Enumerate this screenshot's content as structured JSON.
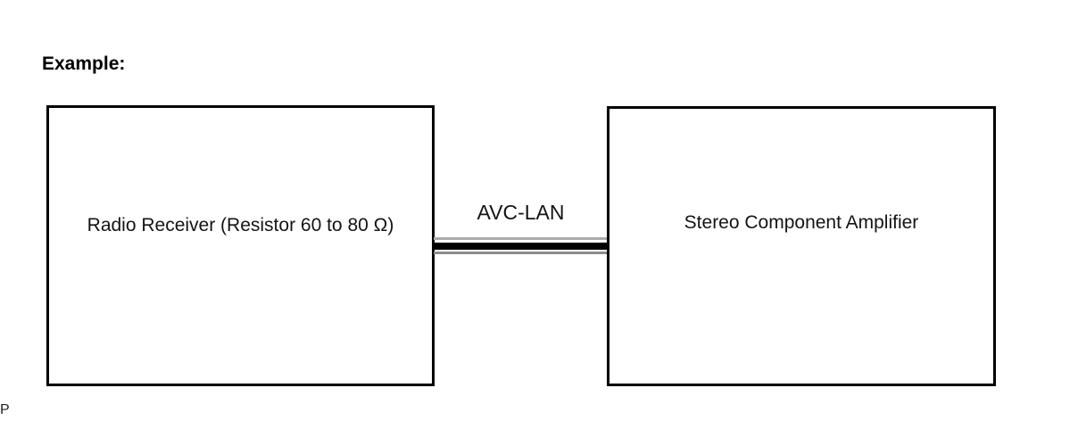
{
  "page": {
    "heading": "Example:",
    "margin_char": "P"
  },
  "diagram": {
    "nodes": [
      {
        "id": "radio-receiver",
        "label": "Radio Receiver (Resistor 60 to 80 Ω)"
      },
      {
        "id": "stereo-component-amplifier",
        "label": "Stereo Component Amplifier"
      }
    ],
    "connection": {
      "label": "AVC-LAN",
      "style": "triple-stripe-bus"
    }
  },
  "colors": {
    "background": "#ffffff",
    "box_border": "#000000",
    "text": "#141414",
    "bus_center": "#000000",
    "bus_stripe_top": "#ababab",
    "bus_stripe_bottom": "#8c8c8c"
  }
}
